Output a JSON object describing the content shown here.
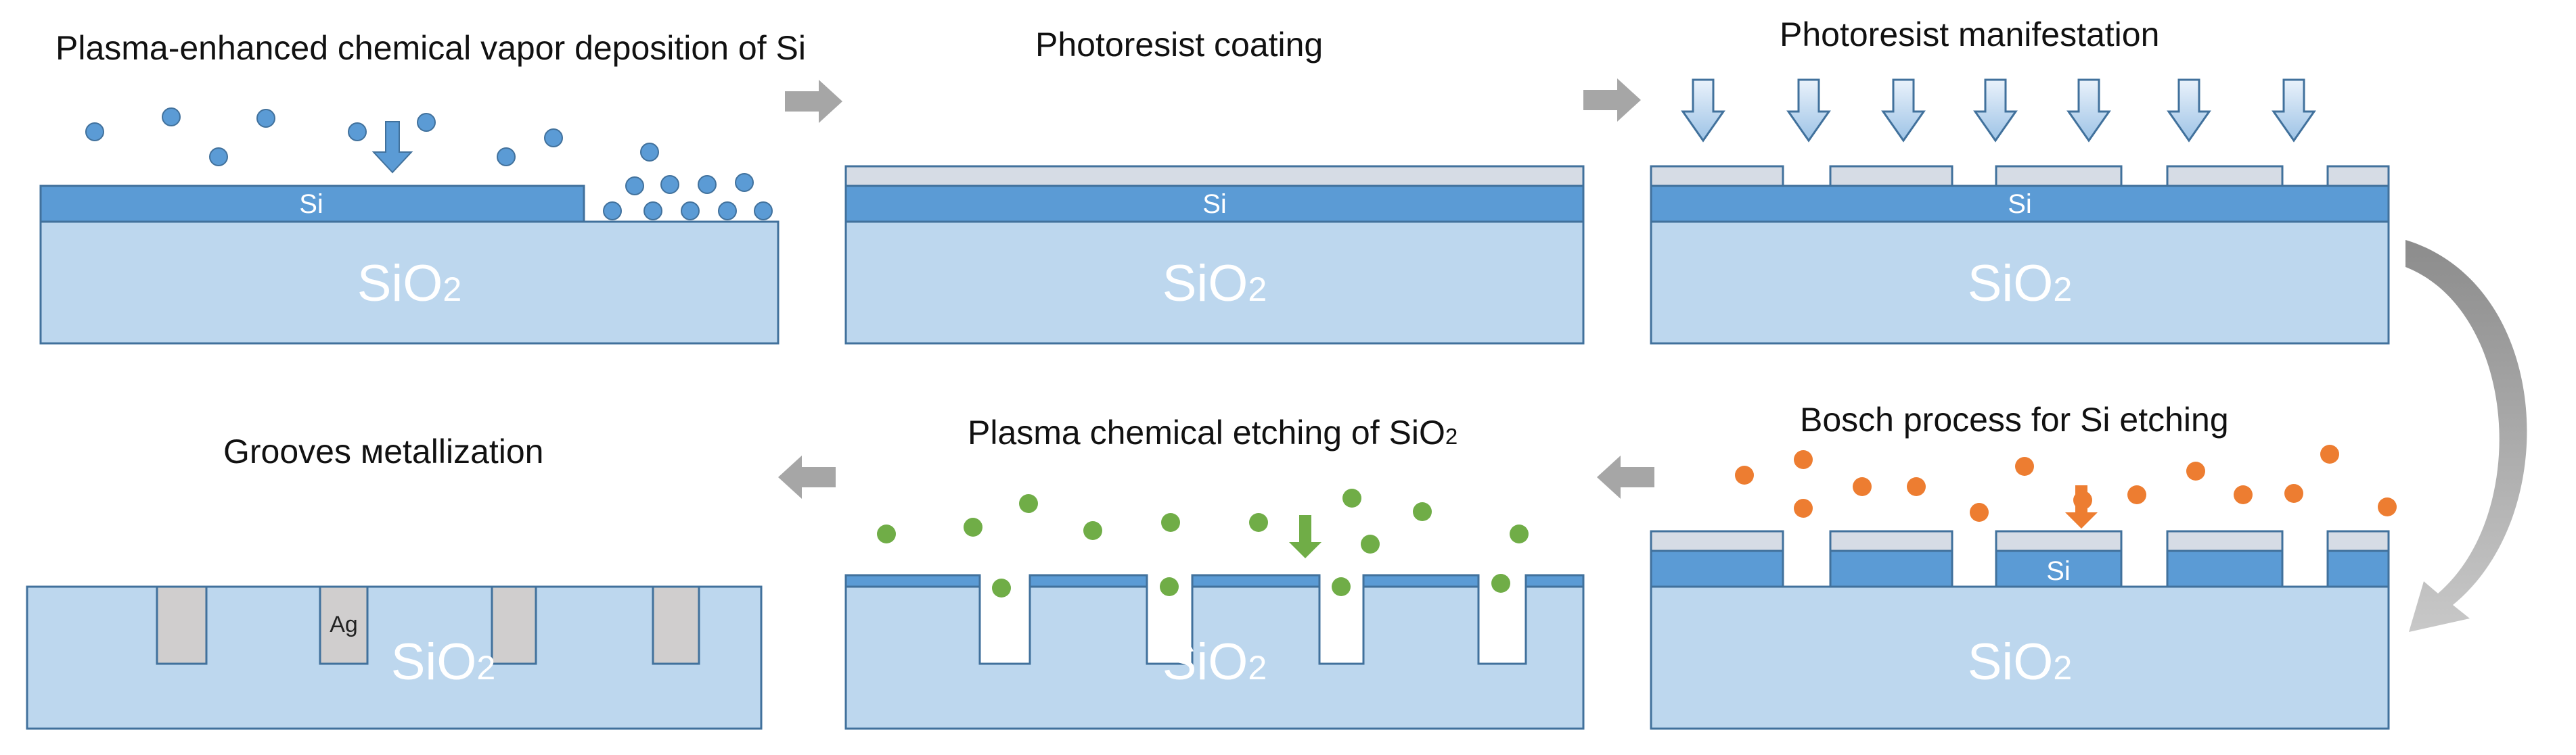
{
  "steps": [
    {
      "id": "pecvd",
      "title": "Plasma-enhanced chemical vapor deposition of Si"
    },
    {
      "id": "coating",
      "title": "Photoresist coating"
    },
    {
      "id": "manifest",
      "title": "Photoresist manifestation"
    },
    {
      "id": "bosch",
      "title": "Bosch process for Si etching"
    },
    {
      "id": "sio2etch",
      "title": "Plasma chemical etching of SiO",
      "title_sub": "2"
    },
    {
      "id": "metal",
      "title": "Grooves  мetallization"
    }
  ],
  "labels": {
    "sio2_main": "SiO",
    "sio2_sub": "2",
    "si": "Si",
    "ag": "Ag"
  },
  "colors": {
    "substrate": "#bdd7ee",
    "silicon": "#5b9bd5",
    "photoresist": "#d6dce5",
    "outline": "#41719c",
    "si_particle": "#5b9bd5",
    "etch_particle_sio2": "#70ad47",
    "etch_particle_si": "#ed7d31",
    "flow_arrow": "#a6a6a6",
    "silver": "#d0cece"
  }
}
